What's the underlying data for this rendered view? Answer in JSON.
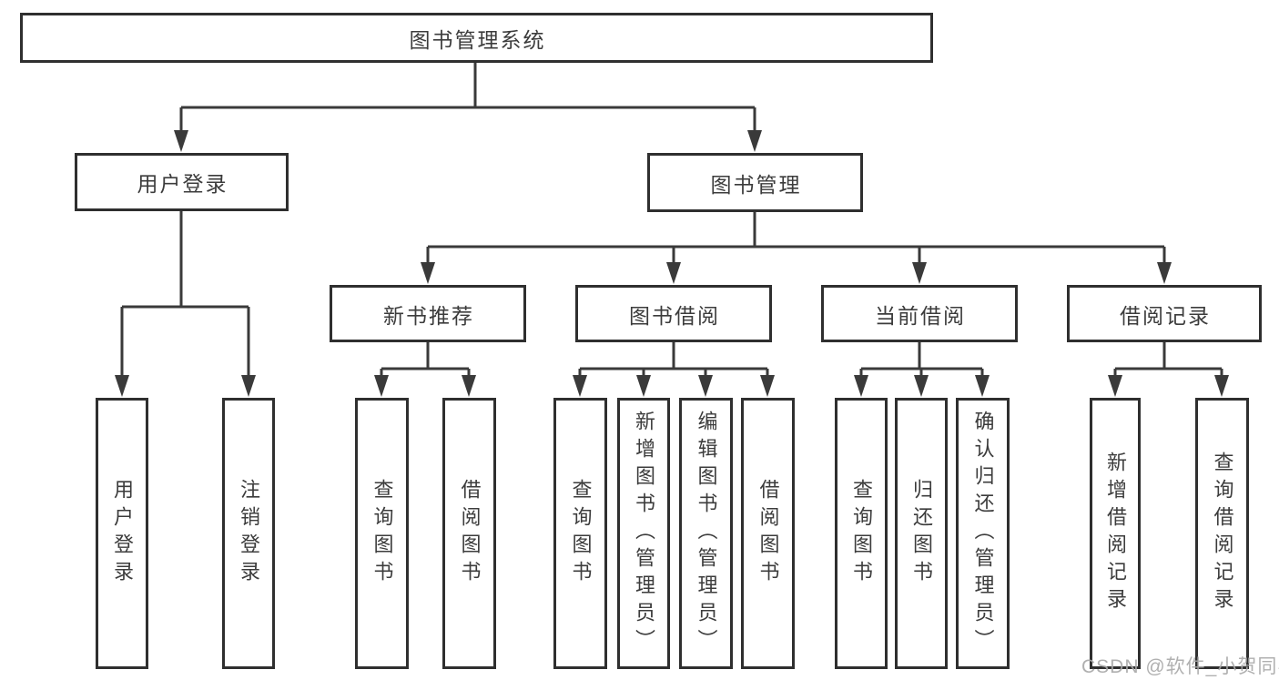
{
  "root": {
    "label": "图书管理系统"
  },
  "user_branch": {
    "label": "用户登录",
    "children": [
      "用户登录",
      "注销登录"
    ]
  },
  "book_branch": {
    "label": "图书管理",
    "sections": [
      {
        "label": "新书推荐",
        "children": [
          "查询图书",
          "借阅图书"
        ]
      },
      {
        "label": "图书借阅",
        "children": [
          "查询图书",
          "新增图书（管理员）",
          "编辑图书（管理员）",
          "借阅图书"
        ]
      },
      {
        "label": "当前借阅",
        "children": [
          "查询图书",
          "归还图书",
          "确认归还（管理员）"
        ]
      },
      {
        "label": "借阅记录",
        "children": [
          "新增借阅记录",
          "查询借阅记录"
        ]
      }
    ]
  },
  "watermark": "CSDN @软件_小贺同学",
  "colors": {
    "line": "#3a3a3a",
    "box_border": "#2f2f2f",
    "text": "#3c3c3c",
    "watermark": "#a8a8a8",
    "background": "#ffffff"
  }
}
